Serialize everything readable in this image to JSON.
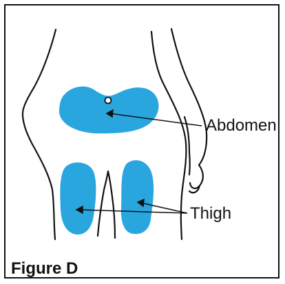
{
  "figure": {
    "caption": "Figure D",
    "labels": {
      "abdomen": "Abdomen",
      "thigh": "Thigh"
    },
    "colors": {
      "injection_area": "#2aa6df",
      "outline": "#111111"
    }
  }
}
